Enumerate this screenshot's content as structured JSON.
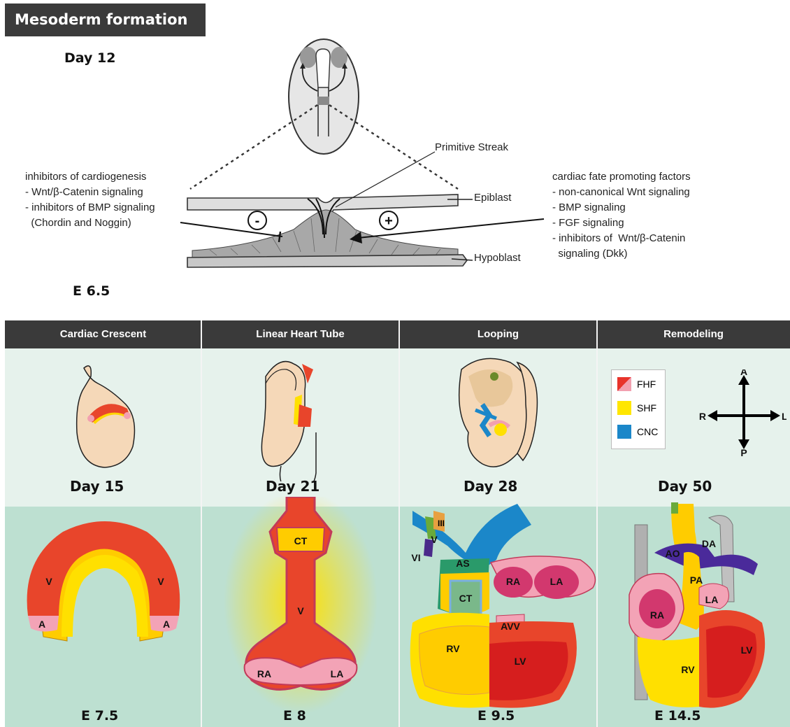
{
  "header": {
    "title": "Mesoderm formation"
  },
  "top_section": {
    "day_label": "Day 12",
    "stage_label": "E 6.5",
    "primitive_streak": "Primitive Streak",
    "epiblast": "Epiblast",
    "hypoblast": "Hypoblast",
    "minus_sign": "-",
    "plus_sign": "+",
    "inhibitors_text": "inhibitors of cardiogenesis\n- Wnt/β-Catenin signaling\n- inhibitors of BMP signaling\n  (Chordin and Noggin)",
    "promoters_text": "cardiac fate promoting factors\n- non-canonical Wnt signaling\n- BMP signaling\n- FGF signaling\n- inhibitors of  Wnt/β-Catenin\n  signaling (Dkk)"
  },
  "panels": [
    {
      "header": "Cardiac Crescent",
      "day": "Day 15",
      "stage": "E 7.5",
      "labels": {
        "v_left": "V",
        "v_right": "V",
        "a_left": "A",
        "a_right": "A"
      }
    },
    {
      "header": "Linear Heart Tube",
      "day": "Day 21",
      "stage": "E 8",
      "labels": {
        "ct": "CT",
        "v": "V",
        "ra": "RA",
        "la": "LA"
      }
    },
    {
      "header": "Looping",
      "day": "Day 28",
      "stage": "E 9.5",
      "labels": {
        "iii": "III",
        "iv": "V",
        "vi": "VI",
        "as": "AS",
        "ct": "CT",
        "ra": "RA",
        "la": "LA",
        "avv": "AVV",
        "rv": "RV",
        "lv": "LV"
      }
    },
    {
      "header": "Remodeling",
      "day": "Day 50",
      "stage": "E 14.5",
      "labels": {
        "ao": "AO",
        "da": "DA",
        "pa": "PA",
        "la": "LA",
        "ra": "RA",
        "rv": "RV",
        "lv": "LV"
      }
    }
  ],
  "legend": {
    "items": [
      {
        "label": "FHF",
        "color": "#e8332b"
      },
      {
        "label": "SHF",
        "color": "#ffe600"
      },
      {
        "label": "CNC",
        "color": "#1b87c9"
      }
    ],
    "compass": {
      "a": "A",
      "p": "P",
      "r": "R",
      "l": "L"
    }
  }
}
